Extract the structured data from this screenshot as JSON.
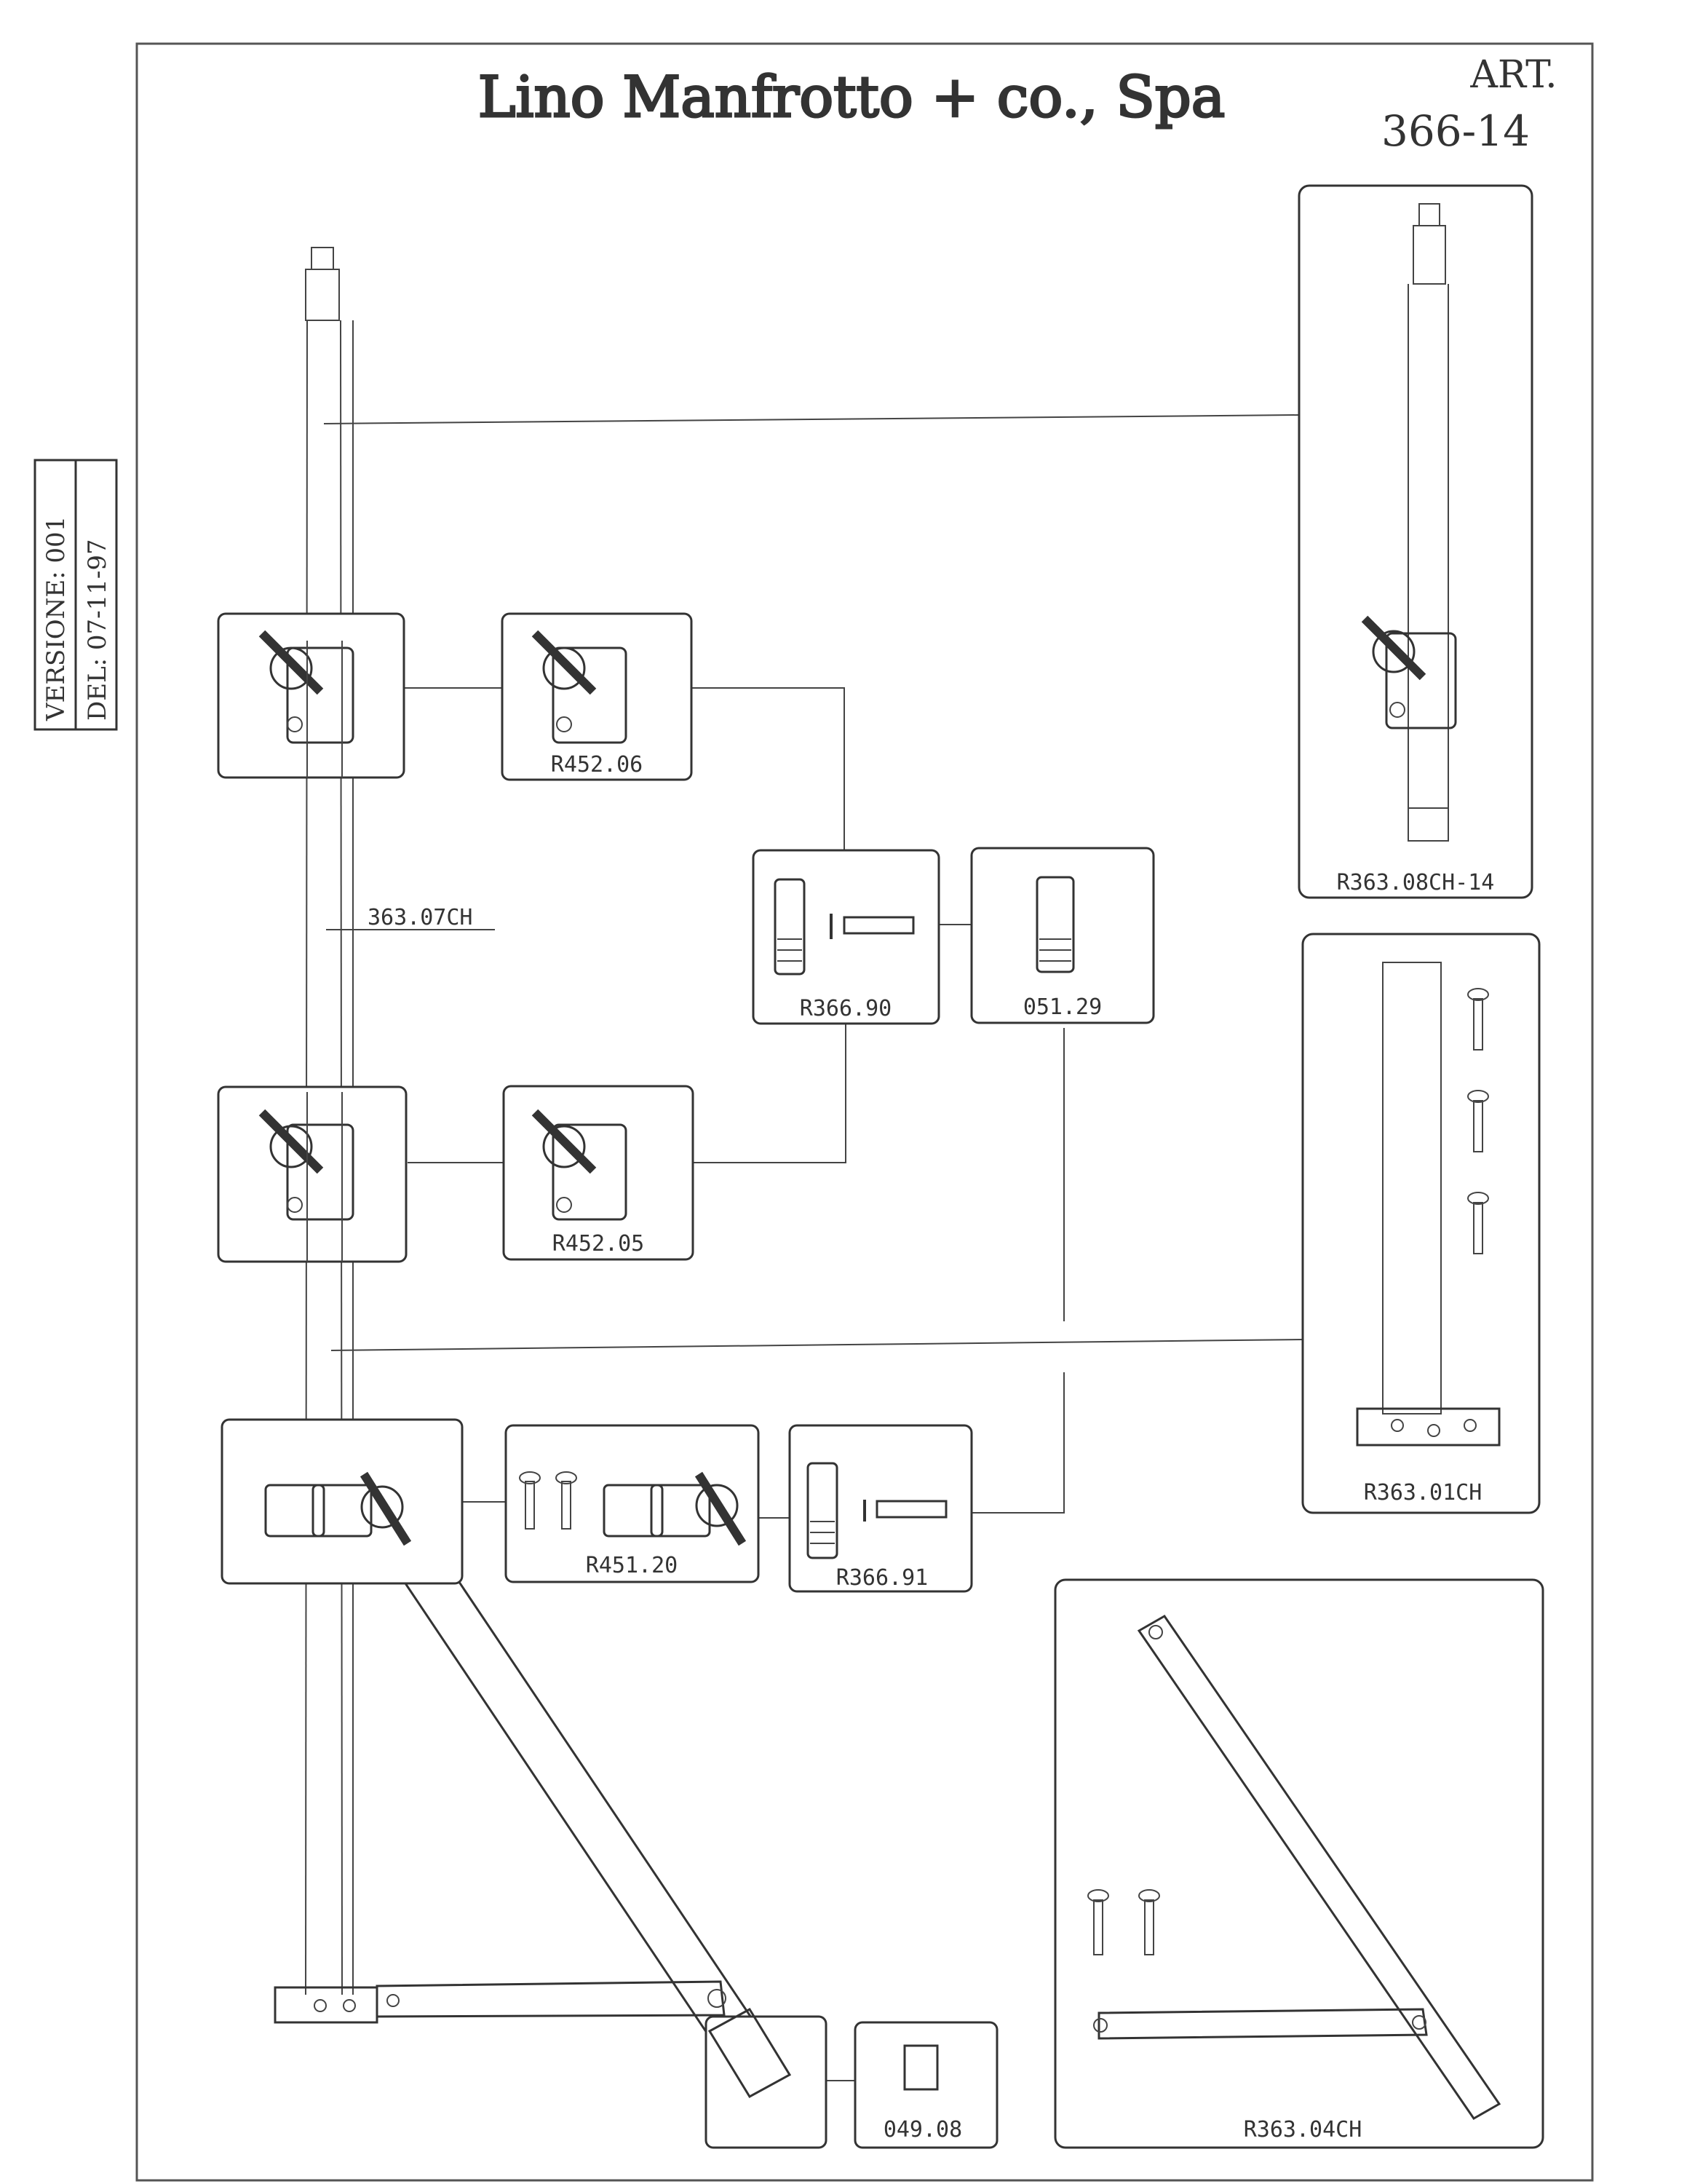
{
  "header": {
    "company": "Lino Manfrotto + co., Spa",
    "art_label": "ART.",
    "art_number": "366-14"
  },
  "stamp": {
    "version": "VERSIONE: 001",
    "date": "DEL: 07-11-97"
  },
  "parts": {
    "p_363_07ch": "363.07CH",
    "r452_06": "R452.06",
    "r452_05": "R452.05",
    "r366_90": "R366.90",
    "p051_29": "051.29",
    "r451_20": "R451.20",
    "r366_91": "R366.91",
    "p049_08": "049.08",
    "r363_08ch_14": "R363.08CH-14",
    "r363_01ch": "R363.01CH",
    "r363_04ch": "R363.04CH"
  }
}
